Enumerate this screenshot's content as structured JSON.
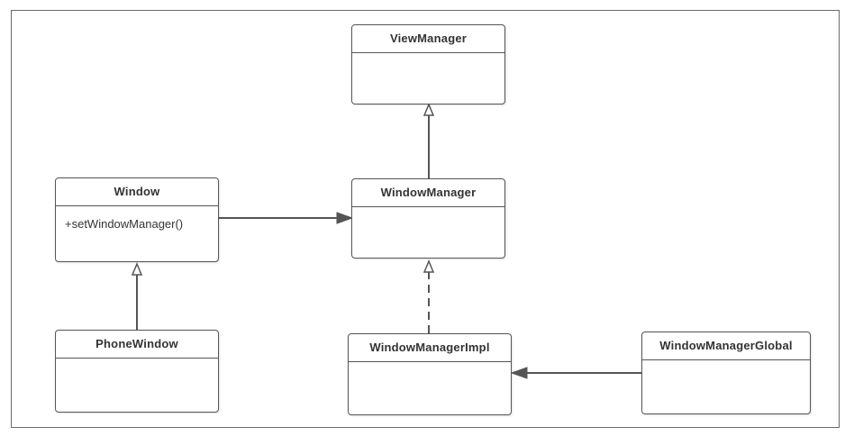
{
  "diagram": {
    "classes": {
      "view_manager": {
        "name": "ViewManager",
        "members": []
      },
      "window": {
        "name": "Window",
        "members": [
          "+setWindowManager()"
        ]
      },
      "window_manager": {
        "name": "WindowManager",
        "members": []
      },
      "phone_window": {
        "name": "PhoneWindow",
        "members": []
      },
      "window_manager_impl": {
        "name": "WindowManagerImpl",
        "members": []
      },
      "window_manager_global": {
        "name": "WindowManagerGlobal",
        "members": []
      }
    },
    "relations": [
      {
        "from": "window_manager",
        "to": "view_manager",
        "kind": "generalization"
      },
      {
        "from": "window",
        "to": "window_manager",
        "kind": "association"
      },
      {
        "from": "phone_window",
        "to": "window",
        "kind": "generalization"
      },
      {
        "from": "window_manager_impl",
        "to": "window_manager",
        "kind": "realization"
      },
      {
        "from": "window_manager_global",
        "to": "window_manager_impl",
        "kind": "association"
      }
    ],
    "colors": {
      "line": "#555555",
      "border": "#555555",
      "text": "#333333"
    }
  }
}
